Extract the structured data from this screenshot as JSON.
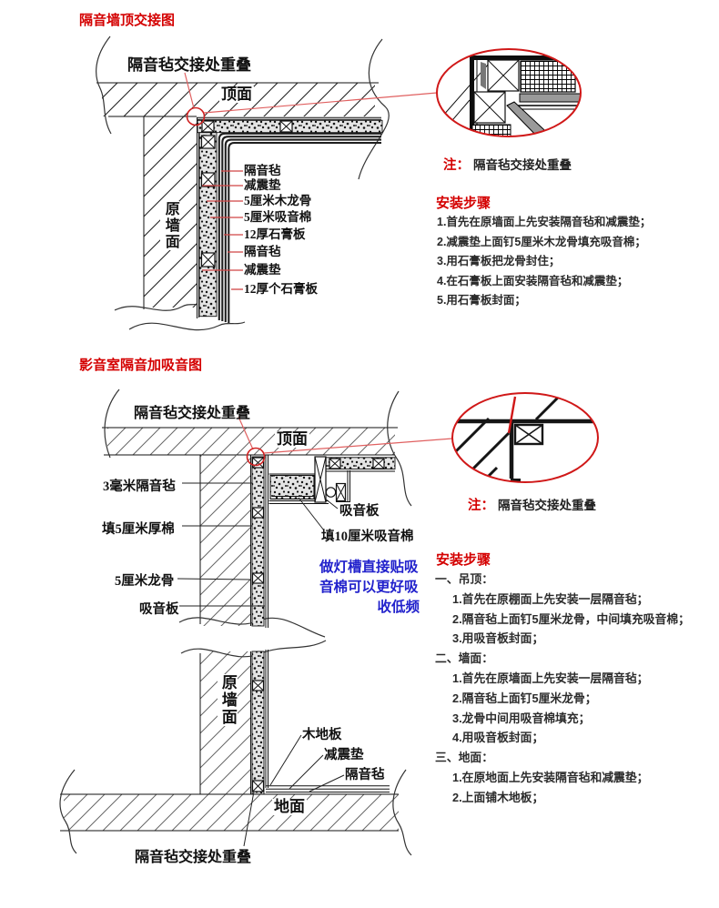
{
  "colors": {
    "accent_red": "#d40000",
    "leader_red": "#e06060",
    "blue_note": "#2222cc",
    "ink": "#111111"
  },
  "diagram1": {
    "title": "隔音墙顶交接图",
    "overlap_label": "隔音毡交接处重叠",
    "ceiling_label": "顶面",
    "wall_label": "原墙面",
    "layer_labels": [
      "隔音毡",
      "减震垫",
      "5厘米木龙骨",
      "5厘米吸音棉",
      "12厚石膏板",
      "隔音毡",
      "减震垫",
      "12厚个石膏板"
    ],
    "note_prefix": "注：",
    "note_text": "隔音毡交接处重叠",
    "steps_title": "安装步骤",
    "steps": [
      "1.首先在原墙面上先安装隔音毡和减震垫；",
      "2.减震垫上面钉5厘米木龙骨填充吸音棉；",
      "3.用石膏板把龙骨封住；",
      "4.在石膏板上面安装隔音毡和减震垫；",
      "5.用石膏板封面；"
    ]
  },
  "diagram2": {
    "title": "影音室隔音加吸音图",
    "overlap_label_top": "隔音毡交接处重叠",
    "overlap_label_bottom": "隔音毡交接处重叠",
    "ceiling_label": "顶面",
    "floor_label": "地面",
    "wall_label": "原墙面",
    "left_labels": [
      "3毫米隔音毡",
      "填5厘米厚棉",
      "5厘米龙骨",
      "吸音板"
    ],
    "absorb_panel_label": "吸音板",
    "fill10_label": "填10厘米吸音棉",
    "blue_note_lines": [
      "做灯槽直接贴吸",
      "音棉可以更好吸",
      "收低频"
    ],
    "floor_layer_labels": [
      "木地板",
      "减震垫",
      "隔音毡"
    ],
    "note_prefix": "注：",
    "note_text": "隔音毡交接处重叠",
    "steps_title": "安装步骤",
    "sections": [
      {
        "header": "一、吊顶：",
        "items": [
          "1.首先在原棚面上先安装一层隔音毡；",
          "2.隔音毡上面钉5厘米龙骨，中间填充吸音棉；",
          "3.用吸音板封面；"
        ]
      },
      {
        "header": "二、墙面：",
        "items": [
          "1.首先在原墙面上先安装一层隔音毡；",
          "2.隔音毡上面钉5厘米龙骨；",
          "3.龙骨中间用吸音棉填充；",
          "4.用吸音板封面；"
        ]
      },
      {
        "header": "三、地面：",
        "items": [
          "1.在原地面上先安装隔音毡和减震垫；",
          "2.上面铺木地板；"
        ]
      }
    ]
  }
}
